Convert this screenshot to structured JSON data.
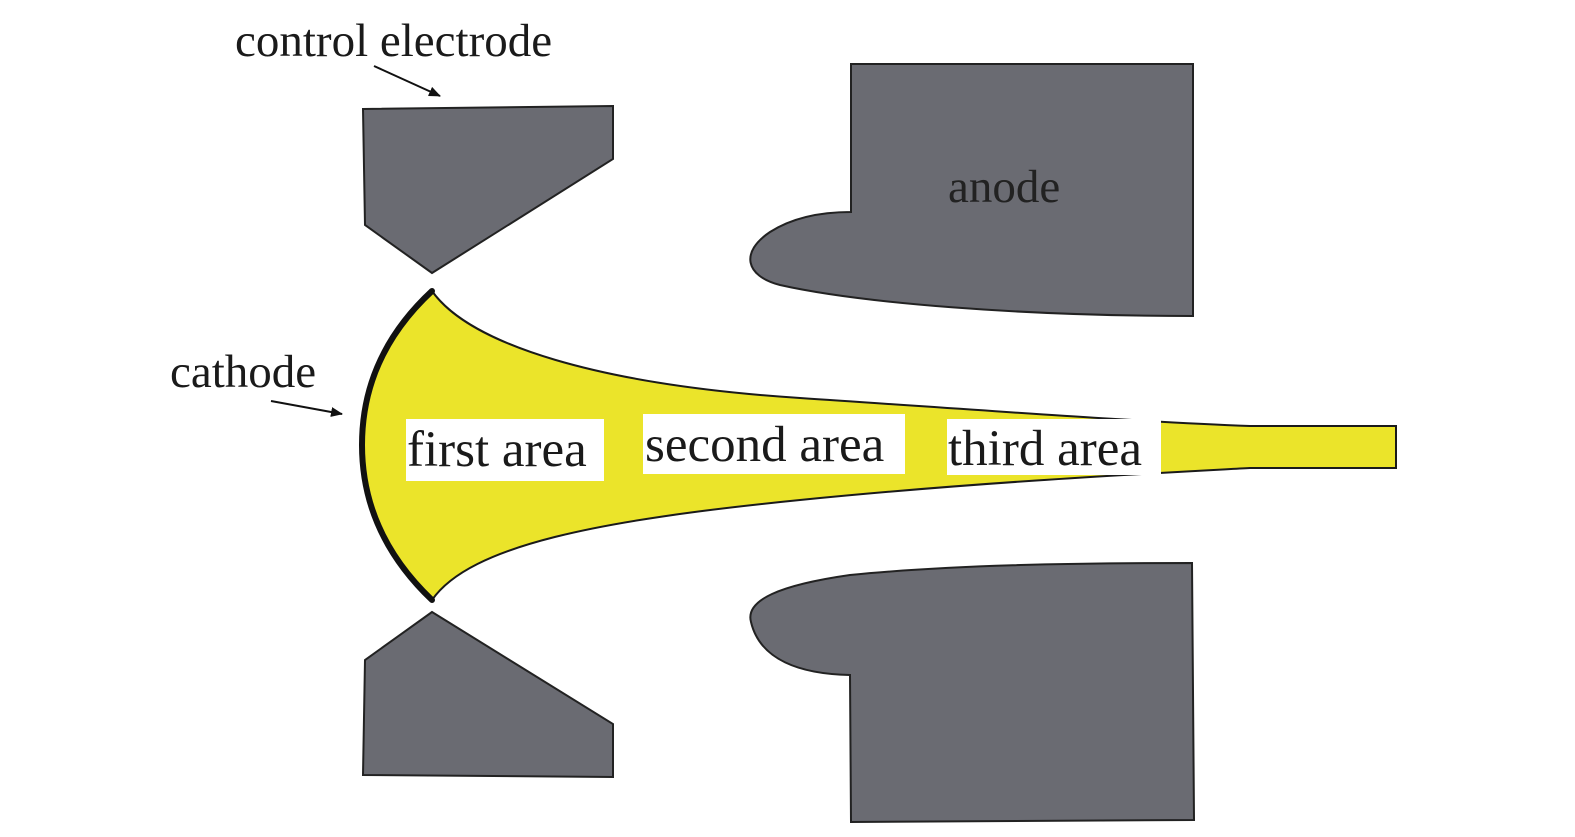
{
  "labels": {
    "control_electrode": "control electrode",
    "cathode": "cathode",
    "anode": "anode",
    "first_area": "first area",
    "second_area": "second area",
    "third_area": "third area"
  },
  "colors": {
    "electrode_fill": "#6a6b72",
    "electrode_stroke": "#222222",
    "beam_fill": "#ebe42a",
    "cathode_stroke": "#111111",
    "label_box": "#ffffff"
  }
}
